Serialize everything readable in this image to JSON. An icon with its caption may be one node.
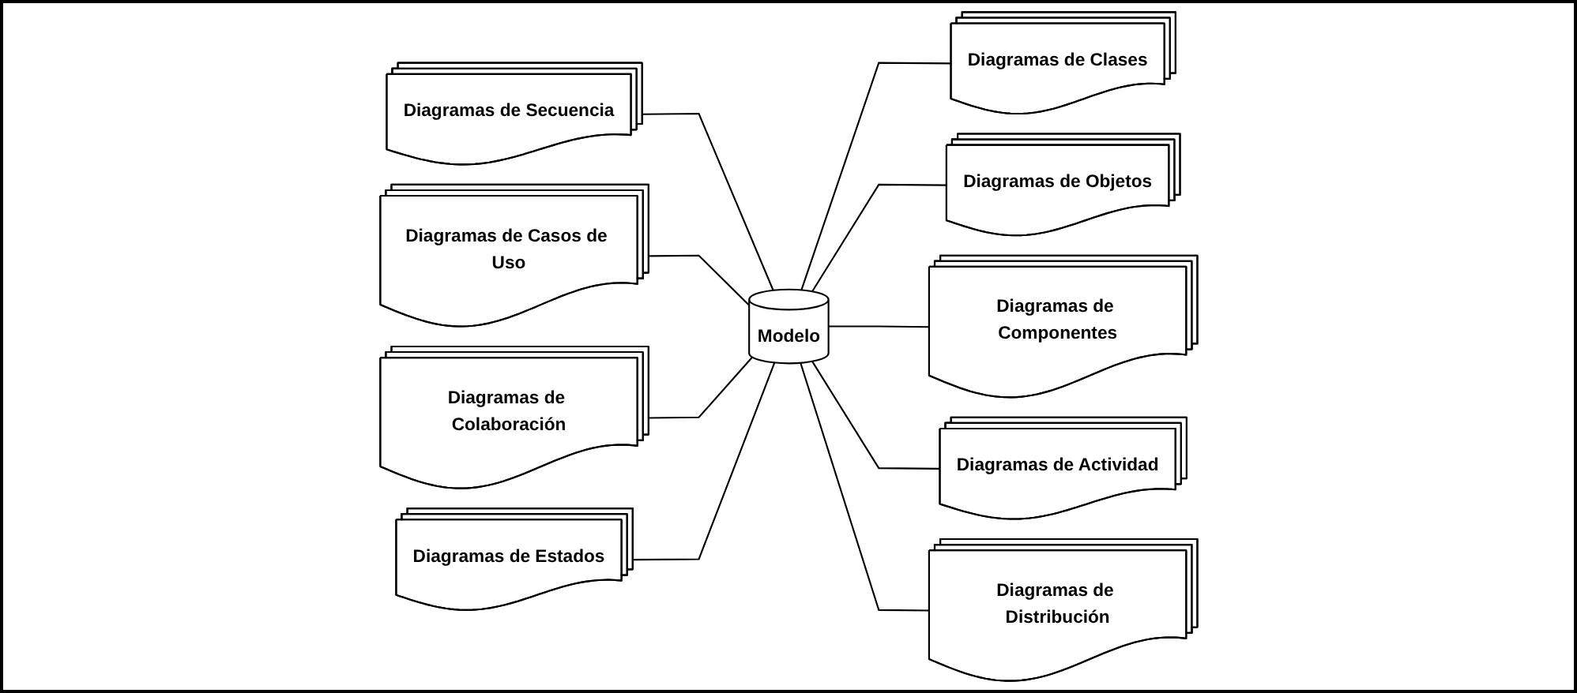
{
  "diagram": {
    "nodes": [
      {
        "text": [
          "Diagramas de Secuencia"
        ]
      },
      {
        "text": [
          "Diagramas de Casos de Uso"
        ]
      },
      {
        "text": [
          "Diagramas de Clases"
        ]
      },
      {
        "text": [
          "Diagramas de Objetos"
        ]
      },
      {
        "text": [
          "Diagramas de Colaboración"
        ]
      },
      {
        "text": [
          "Modelo"
        ]
      },
      {
        "text": [
          "Diagramas de Componentes"
        ]
      },
      {
        "text": [
          "Diagramas de Estados"
        ]
      },
      {
        "text": [
          "Diagramas de Actividad"
        ]
      },
      {
        "text": [
          "Diagramas de Distribución"
        ]
      }
    ],
    "edges": [
      {
        "from": 0,
        "to": 5,
        "arrow": "none"
      },
      {
        "from": 1,
        "to": 5,
        "arrow": "none"
      },
      {
        "from": 5,
        "to": 2,
        "arrow": "none"
      },
      {
        "from": 5,
        "to": 3,
        "arrow": "none"
      },
      {
        "from": 4,
        "to": 5,
        "arrow": "none"
      },
      {
        "from": 5,
        "to": 6,
        "arrow": "none"
      },
      {
        "from": 7,
        "to": 5,
        "arrow": "none"
      },
      {
        "from": 5,
        "to": 8,
        "arrow": "none"
      },
      {
        "from": 5,
        "to": 9,
        "arrow": "none"
      }
    ]
  }
}
